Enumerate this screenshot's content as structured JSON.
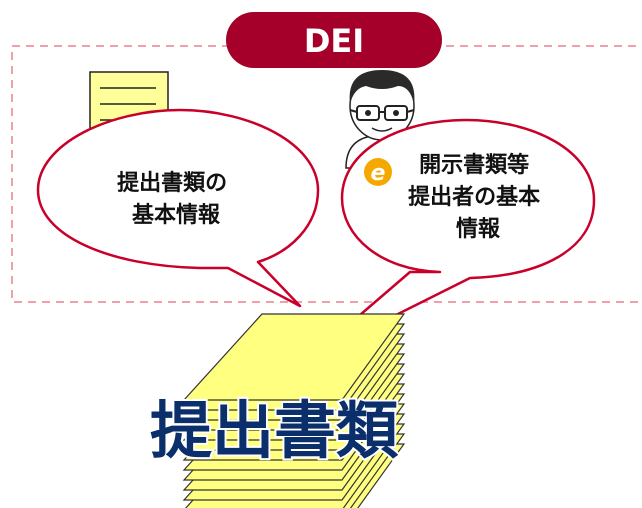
{
  "header": {
    "title": "DEI"
  },
  "bubbles": {
    "left": {
      "line1": "提出書類の",
      "line2": "基本情報"
    },
    "right": {
      "line1": "開示書類等",
      "line2": "提出者の基本",
      "line3": "情報"
    }
  },
  "stack": {
    "title": "提出書類"
  },
  "icons": {
    "memo": "memo-note-icon",
    "person": "person-with-glasses-icon",
    "badge": "e-badge-icon",
    "stack": "paper-stack-icon"
  },
  "colors": {
    "header_fill": "#a5002a",
    "dashed_border": "#f0a0a8",
    "bubble_border": "#c8002a",
    "paper_fill": "#ffff80",
    "memo_fill": "#ffff99",
    "title_text": "#0a2f6b",
    "badge_fill": "#f5a800"
  }
}
